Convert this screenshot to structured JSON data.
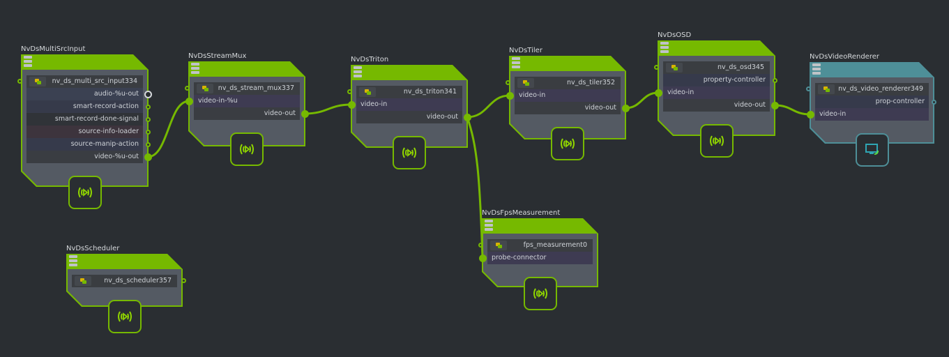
{
  "colors": {
    "accent": "#76b900",
    "renderer": "#4e8f98",
    "background": "#2a2e32"
  },
  "nodes": [
    {
      "id": "multisrc",
      "type": "NvDsMultiSrcInput",
      "name": "nv_ds_multi_src_input334",
      "icon": "broadcast-icon",
      "ports": [
        {
          "label": "audio-%u-out",
          "dir": "out",
          "state": "hollow"
        },
        {
          "label": "smart-record-action",
          "dir": "out",
          "state": "small"
        },
        {
          "label": "smart-record-done-signal",
          "dir": "out",
          "state": "small"
        },
        {
          "label": "source-info-loader",
          "dir": "out",
          "state": "small"
        },
        {
          "label": "source-manip-action",
          "dir": "out",
          "state": "small"
        },
        {
          "label": "video-%u-out",
          "dir": "out",
          "state": "connected"
        }
      ]
    },
    {
      "id": "streammux",
      "type": "NvDsStreamMux",
      "name": "nv_ds_stream_mux337",
      "icon": "broadcast-icon",
      "ports": [
        {
          "label": "video-in-%u",
          "dir": "in",
          "state": "connected"
        },
        {
          "label": "video-out",
          "dir": "out",
          "state": "connected"
        }
      ]
    },
    {
      "id": "triton",
      "type": "NvDsTriton",
      "name": "nv_ds_triton341",
      "icon": "broadcast-icon",
      "ports": [
        {
          "label": "video-in",
          "dir": "in",
          "state": "connected"
        },
        {
          "label": "video-out",
          "dir": "out",
          "state": "connected"
        }
      ]
    },
    {
      "id": "tiler",
      "type": "NvDsTiler",
      "name": "nv_ds_tiler352",
      "icon": "broadcast-icon",
      "ports": [
        {
          "label": "video-in",
          "dir": "in",
          "state": "connected"
        },
        {
          "label": "video-out",
          "dir": "out",
          "state": "connected"
        }
      ]
    },
    {
      "id": "osd",
      "type": "NvDsOSD",
      "name": "nv_ds_osd345",
      "icon": "broadcast-icon",
      "ports": [
        {
          "label": "property-controller",
          "dir": "out",
          "state": "small"
        },
        {
          "label": "video-in",
          "dir": "in",
          "state": "connected"
        },
        {
          "label": "video-out",
          "dir": "out",
          "state": "connected"
        }
      ]
    },
    {
      "id": "renderer",
      "type": "NvDsVideoRenderer",
      "name": "nv_ds_video_renderer349",
      "icon": "monitor-icon",
      "ports": [
        {
          "label": "prop-controller",
          "dir": "out",
          "state": "small"
        },
        {
          "label": "video-in",
          "dir": "in",
          "state": "connected"
        }
      ]
    },
    {
      "id": "fps",
      "type": "NvDsFpsMeasurement",
      "name": "fps_measurement0",
      "icon": "broadcast-icon",
      "ports": [
        {
          "label": "probe-connector",
          "dir": "in",
          "state": "connected"
        }
      ]
    },
    {
      "id": "scheduler",
      "type": "NvDsScheduler",
      "name": "nv_ds_scheduler357",
      "icon": "broadcast-icon",
      "ports": []
    }
  ],
  "connections": [
    {
      "from": "multisrc.5",
      "to": "streammux.0"
    },
    {
      "from": "streammux.1",
      "to": "triton.0"
    },
    {
      "from": "triton.1",
      "to": "tiler.0"
    },
    {
      "from": "tiler.1",
      "to": "osd.1"
    },
    {
      "from": "osd.2",
      "to": "renderer.1"
    },
    {
      "from": "triton.1",
      "to": "fps.0"
    }
  ]
}
